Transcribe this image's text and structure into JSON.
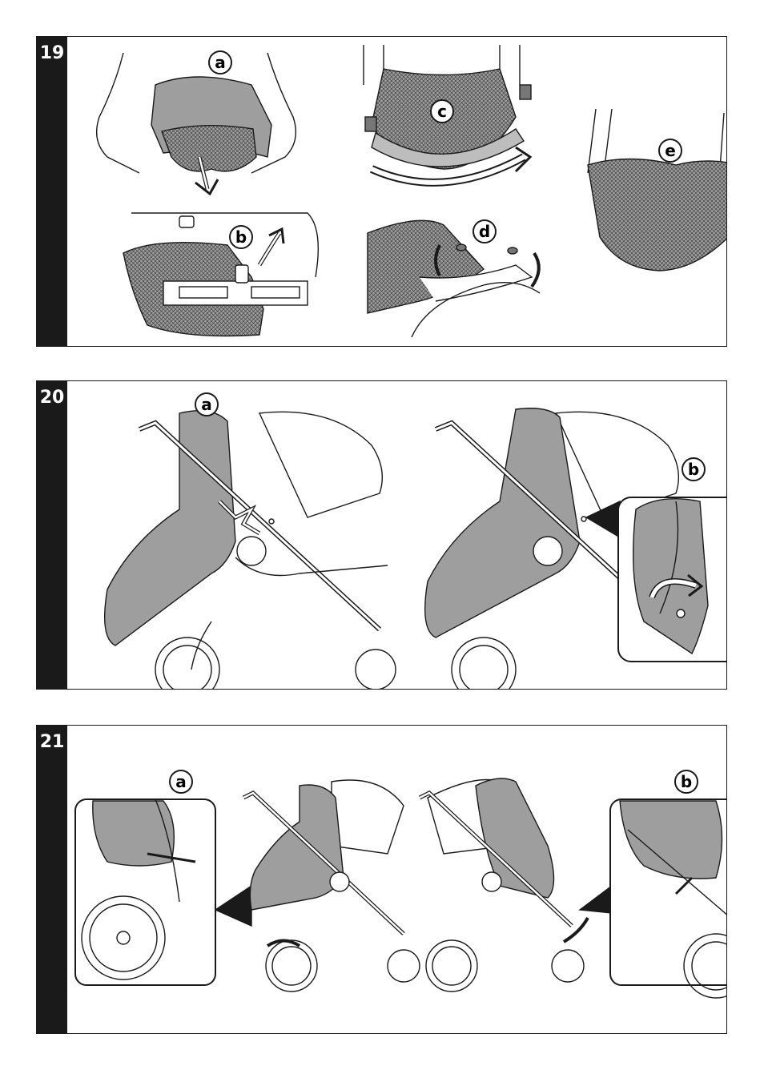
{
  "steps": [
    {
      "number": "19",
      "labels": [
        "a",
        "b",
        "c",
        "d",
        "e"
      ]
    },
    {
      "number": "20",
      "labels": [
        "a",
        "b"
      ]
    },
    {
      "number": "21",
      "labels": [
        "a",
        "b"
      ]
    }
  ],
  "colors": {
    "panel_bar": "#1a1a1a",
    "cover_fill": "#9e9e9e",
    "line": "#1a1a1a",
    "background": "#ffffff"
  }
}
